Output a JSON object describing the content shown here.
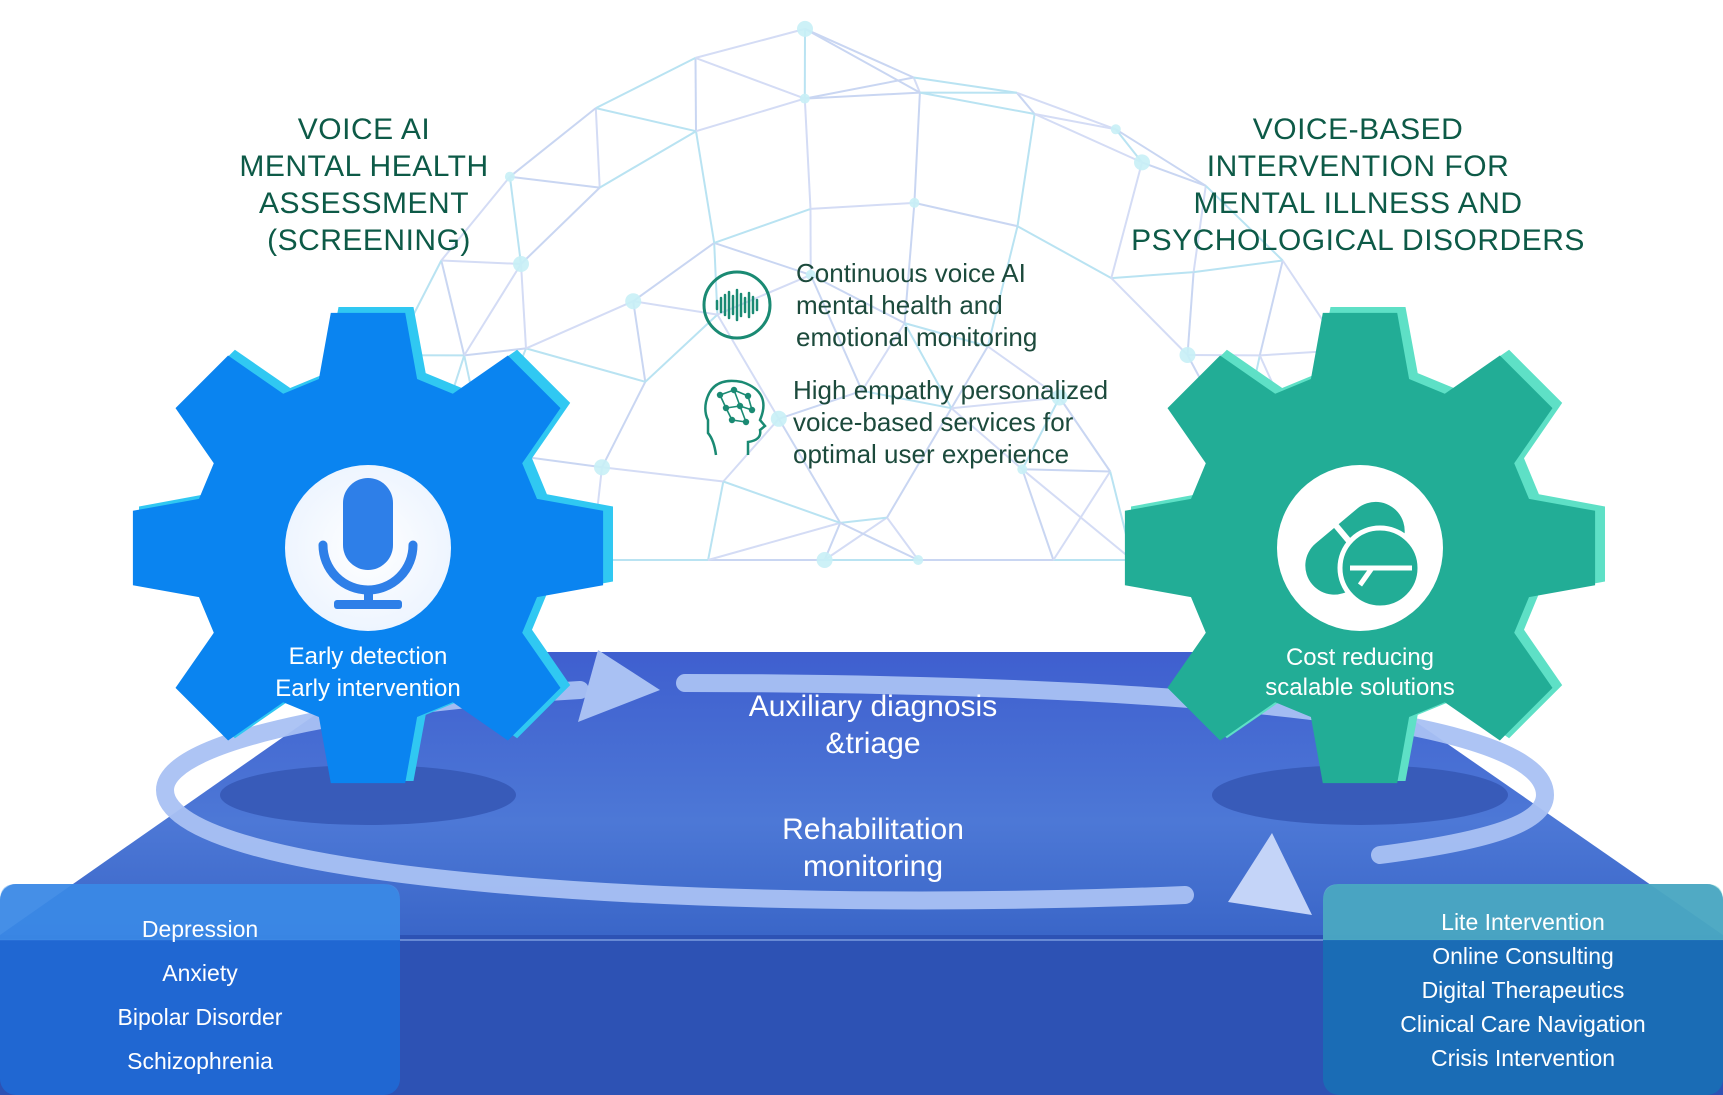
{
  "left_title": [
    "VOICE AI",
    "MENTAL HEALTH",
    "ASSESSMENT",
    "(SCREENING)"
  ],
  "right_title": [
    "VOICE-BASED",
    "INTERVENTION FOR",
    "MENTAL ILLNESS AND",
    "PSYCHOLOGICAL DISORDERS"
  ],
  "features": [
    {
      "icon": "sound-wave-icon",
      "lines": [
        "Continuous voice AI",
        "mental health and",
        "emotional monitoring"
      ]
    },
    {
      "icon": "brain-network-icon",
      "lines": [
        "High empathy personalized",
        "voice-based services for",
        "optimal user experience"
      ]
    }
  ],
  "left_gear": {
    "icon": "microphone-icon",
    "lines": [
      "Early detection",
      "Early intervention"
    ]
  },
  "right_gear": {
    "icon": "pill-icon",
    "lines": [
      "Cost reducing",
      "scalable solutions"
    ]
  },
  "center": {
    "top": [
      "Auxiliary diagnosis",
      "&triage"
    ],
    "bottom": [
      "Rehabilitation",
      "monitoring"
    ]
  },
  "left_panel": [
    "Depression",
    "Anxiety",
    "Bipolar Disorder",
    "Schizophrenia"
  ],
  "right_panel": [
    "Lite Intervention",
    "Online Consulting",
    "Digital Therapeutics",
    "Clinical Care Navigation",
    "Crisis Intervention"
  ],
  "colors": {
    "title_green": "#0d5a47",
    "left_gear_blue": "#0a84f0",
    "right_gear_teal": "#22ad96",
    "platform_blue": "#3a62c9",
    "network_line": "#c8daf2"
  }
}
